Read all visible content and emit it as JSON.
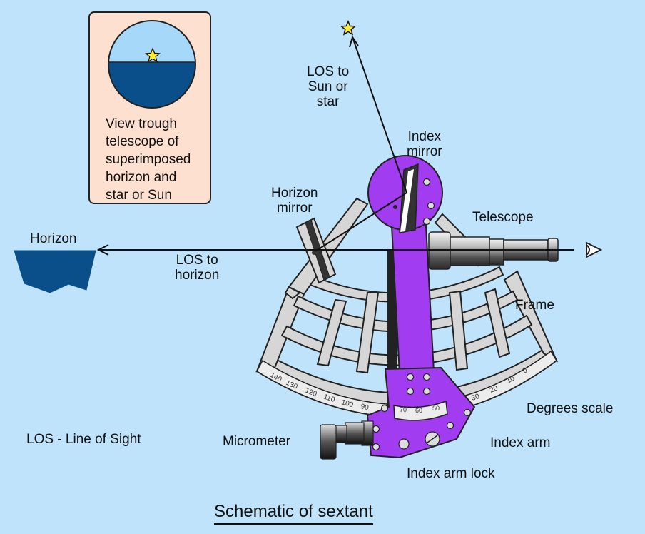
{
  "labels": {
    "los_sun": "LOS to\nSun or\nstar",
    "index_mirror": "Index\nmirror",
    "horizon_mirror": "Horizon\nmirror",
    "telescope": "Telescope",
    "horizon": "Horizon",
    "los_horizon": "LOS to\nhorizon",
    "frame": "Frame",
    "degrees_scale": "Degrees scale",
    "index_arm": "Index arm",
    "micrometer": "Micrometer",
    "index_arm_lock": "Index arm lock",
    "los_legend": "LOS - Line of Sight"
  },
  "inset": {
    "text": "View trough\ntelescope of\nsuperimposed\nhorizon and\nstar or  Sun"
  },
  "scale_ticks": [
    "140",
    "130",
    "120",
    "110",
    "100",
    "90",
    "30",
    "20",
    "10",
    "0"
  ],
  "vernier_ticks": [
    "70",
    "60",
    "50"
  ],
  "caption": "Schematic of sextant",
  "colors": {
    "background": "#bfe3fb",
    "sky": "#a6d8fa",
    "sea": "#0b4f8a",
    "frame": "#d6d6d6",
    "index_arm": "#a23cf0",
    "star": "#ffee33",
    "inset": "#fde0cf"
  }
}
